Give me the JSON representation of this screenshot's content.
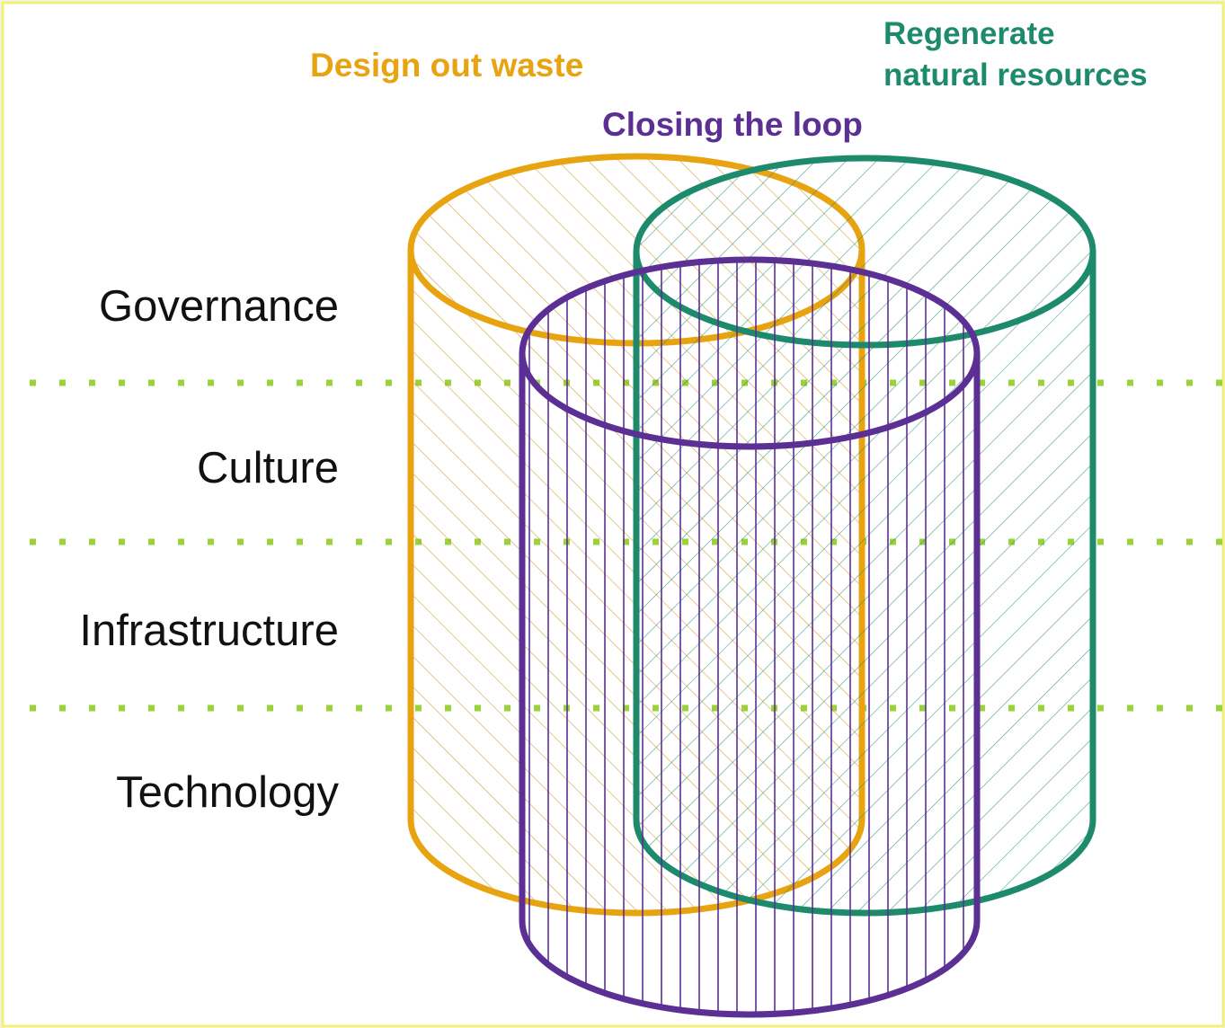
{
  "layers": [
    {
      "label": "Governance"
    },
    {
      "label": "Culture"
    },
    {
      "label": "Infrastructure"
    },
    {
      "label": "Technology"
    }
  ],
  "pillars": {
    "design": {
      "label": "Design out waste",
      "color": "#e8a410"
    },
    "regenerate": {
      "label_line1": "Regenerate",
      "label_line2": "natural resources",
      "color": "#1e8a6c"
    },
    "loop": {
      "label": "Closing the loop",
      "color": "#5b2f93"
    }
  },
  "colors": {
    "layer_divider": "#9ad23a",
    "panel_border": "#f3f07a",
    "layer_text": "#111111"
  }
}
